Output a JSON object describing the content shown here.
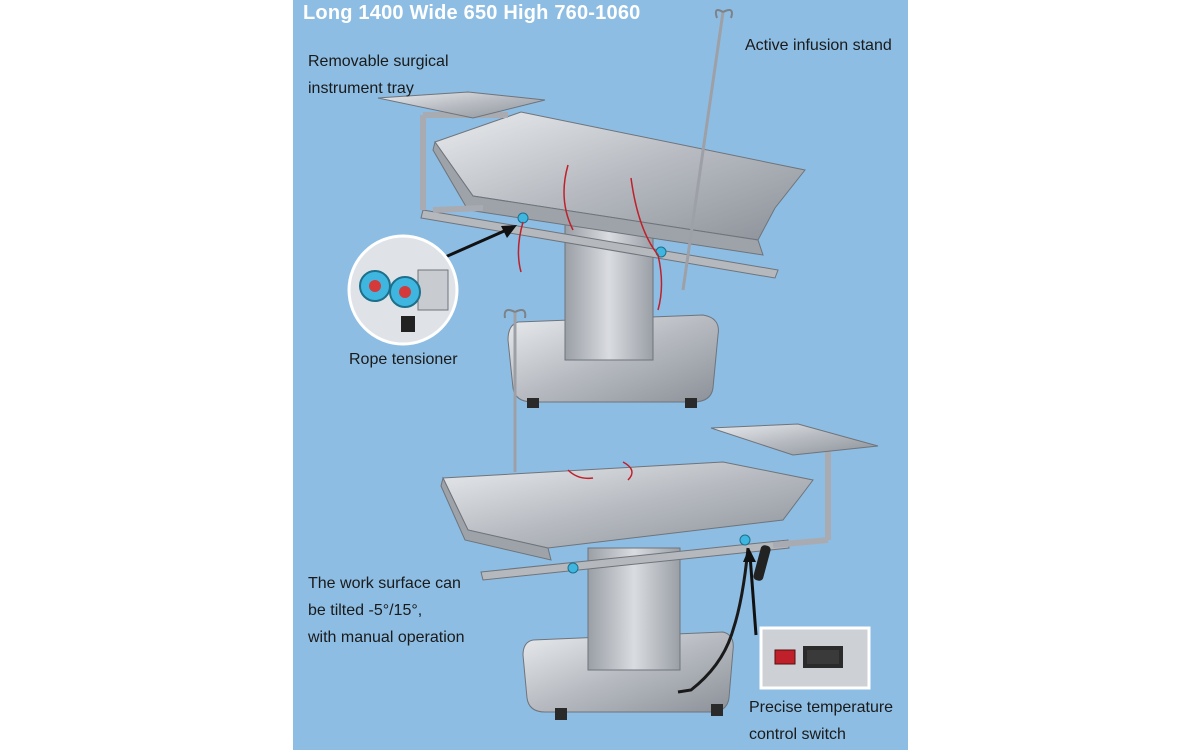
{
  "headline": "Long 1400 Wide 650 High 760-1060",
  "callouts": {
    "instrument_tray": [
      "Removable surgical",
      "instrument tray"
    ],
    "infusion_stand": "Active infusion stand",
    "rope_tensioner": "Rope tensioner",
    "tilt": [
      "The work surface can",
      "be tilted -5°/15°,",
      "with manual operation"
    ],
    "temperature_switch": [
      "Precise temperature",
      "control switch"
    ]
  },
  "colors": {
    "background": "#8dbde3",
    "steel": "#c9ccd0",
    "text": "#1a1a1a",
    "headline": "#ffffff",
    "knob": "#3fb6e0",
    "rope": "#c0202a"
  }
}
